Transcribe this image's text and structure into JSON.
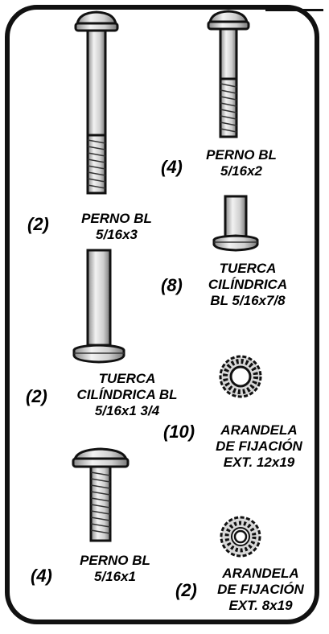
{
  "items": [
    {
      "qty": "(2)",
      "lines": [
        "PERNO BL",
        "5/16x3"
      ]
    },
    {
      "qty": "(4)",
      "lines": [
        "PERNO BL",
        "5/16x2"
      ]
    },
    {
      "qty": "(8)",
      "lines": [
        "TUERCA",
        "CILÍNDRICA",
        "BL 5/16x7/8"
      ]
    },
    {
      "qty": "(2)",
      "lines": [
        "TUERCA",
        "CILÍNDRICA BL",
        "5/16x1 3/4"
      ]
    },
    {
      "qty": "(10)",
      "lines": [
        "ARANDELA",
        "DE FIJACIÓN",
        "EXT. 12x19"
      ]
    },
    {
      "qty": "(4)",
      "lines": [
        "PERNO BL",
        "5/16x1"
      ]
    },
    {
      "qty": "(2)",
      "lines": [
        "ARANDELA",
        "DE FIJACIÓN",
        "EXT. 8x19"
      ]
    }
  ]
}
